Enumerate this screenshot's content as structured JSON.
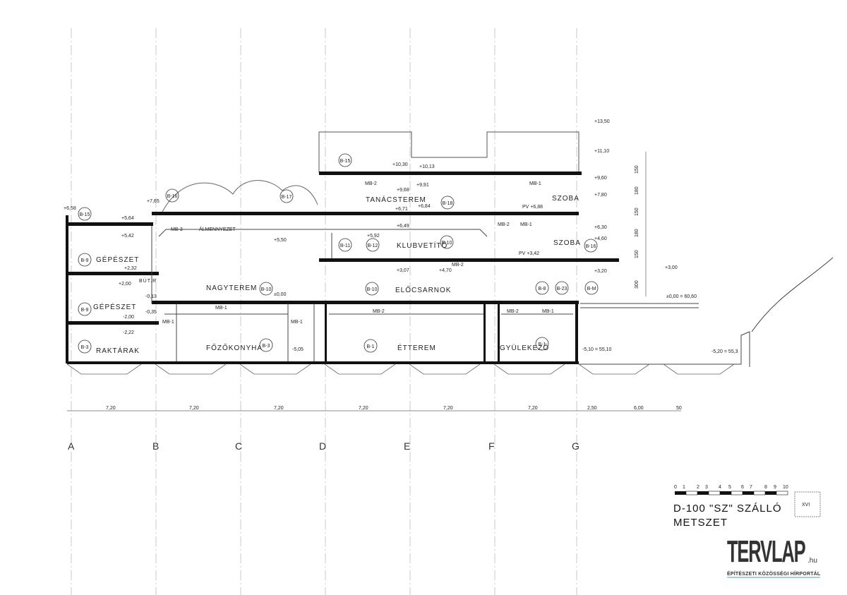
{
  "drawing": {
    "title": "D-100 \"SZ\" SZÁLLÓ",
    "subtitle": "METSZET",
    "sheet_number": "XVI",
    "scale_bar_labels": [
      "0",
      "1",
      "2",
      "3",
      "4",
      "5",
      "6",
      "7",
      "8",
      "9",
      "10"
    ]
  },
  "grid_axes": [
    "A",
    "B",
    "C",
    "D",
    "E",
    "F",
    "G"
  ],
  "dimensions": [
    "7,20",
    "7,20",
    "7,20",
    "7,20",
    "7,20",
    "7,20",
    "2,50",
    "6,00",
    "50"
  ],
  "rooms": {
    "tanacsterem": "TANÁCSTEREM",
    "szoba_upper": "SZOBA",
    "szoba_lower": "SZOBA",
    "klubvetito": "KLUBVETÍTŐ",
    "nagyterem": "NAGYTEREM",
    "elocsarnok": "ELŐCSARNOK",
    "gepeszet_upper": "GÉPÉSZET",
    "gepeszet_lower": "GÉPÉSZET",
    "but_r": "BÚT.R",
    "raktarak": "RAKTÁRAK",
    "fozokonyha": "FŐZŐKONYHA",
    "etterem": "ÉTTEREM",
    "gyulekezo": "GYÜLEKEZŐ"
  },
  "ceiling_labels": {
    "mb3": "MB-3",
    "almennyezet": "ÁLMENNYEZET",
    "mb2_top": "MB-2",
    "mb1_top": "MB-1",
    "mb2_mid": "MB-2",
    "mb1_mid": "MB-1",
    "mb2_lobby": "MB-2",
    "mb1_nagy": "MB-1",
    "mb1_left": "MB-1",
    "mb1_right": "MB-1",
    "mb2_ground": "MB-2",
    "mb2_gy": "MB-2",
    "mb1_gy": "MB-1"
  },
  "section_tags": [
    "B-15",
    "B-16",
    "B-17",
    "B-15",
    "B-18",
    "B-9",
    "B-9",
    "B-3",
    "B-10",
    "B-3",
    "B-11",
    "B-12",
    "B-10",
    "B-16",
    "B-10",
    "B-1",
    "B-8",
    "B-23",
    "B-M",
    "B-1"
  ],
  "levels": {
    "l1350": "+13,50",
    "l1110": "+11,10",
    "l960": "+9,60",
    "l780": "+7,80",
    "l630": "+6,30",
    "l460": "+4,60",
    "l320": "+3,20",
    "l300": "+3,00",
    "l1030": "+10,30",
    "l1013": "+10,13",
    "l968": "+9,68",
    "l991": "+9,91",
    "l671": "+6,71",
    "l684": "+6,84",
    "l649": "+6,49",
    "l592": "+5,92",
    "l688": "PV +6,88",
    "l342pv": "PV +3,42",
    "l550": "+5,50",
    "l542": "+5,42",
    "l564": "+5,64",
    "l658": "+6,58",
    "l765": "+7,65",
    "l232": "+2,32",
    "l200": "+2,00",
    "lm013": "-0,13",
    "lm035": "-0,35",
    "lm200": "-2,00",
    "lm222": "-2,22",
    "l000": "±0,00",
    "lm505": "-5,05",
    "lm510": "-5,10 = 55,10",
    "lm520": "-5,20 = 55,3",
    "l6060": "±0,00 = 60,60",
    "l307": "+3,07",
    "l470": "+4,70"
  },
  "right_dims": [
    "150",
    "180",
    "150",
    "180",
    "150",
    "300"
  ],
  "logo": {
    "main": "TERVLAP",
    "suffix": ".hu",
    "tagline": "ÉPÍTÉSZETI KÖZÖSSÉGI HÍRPORTÁL"
  }
}
